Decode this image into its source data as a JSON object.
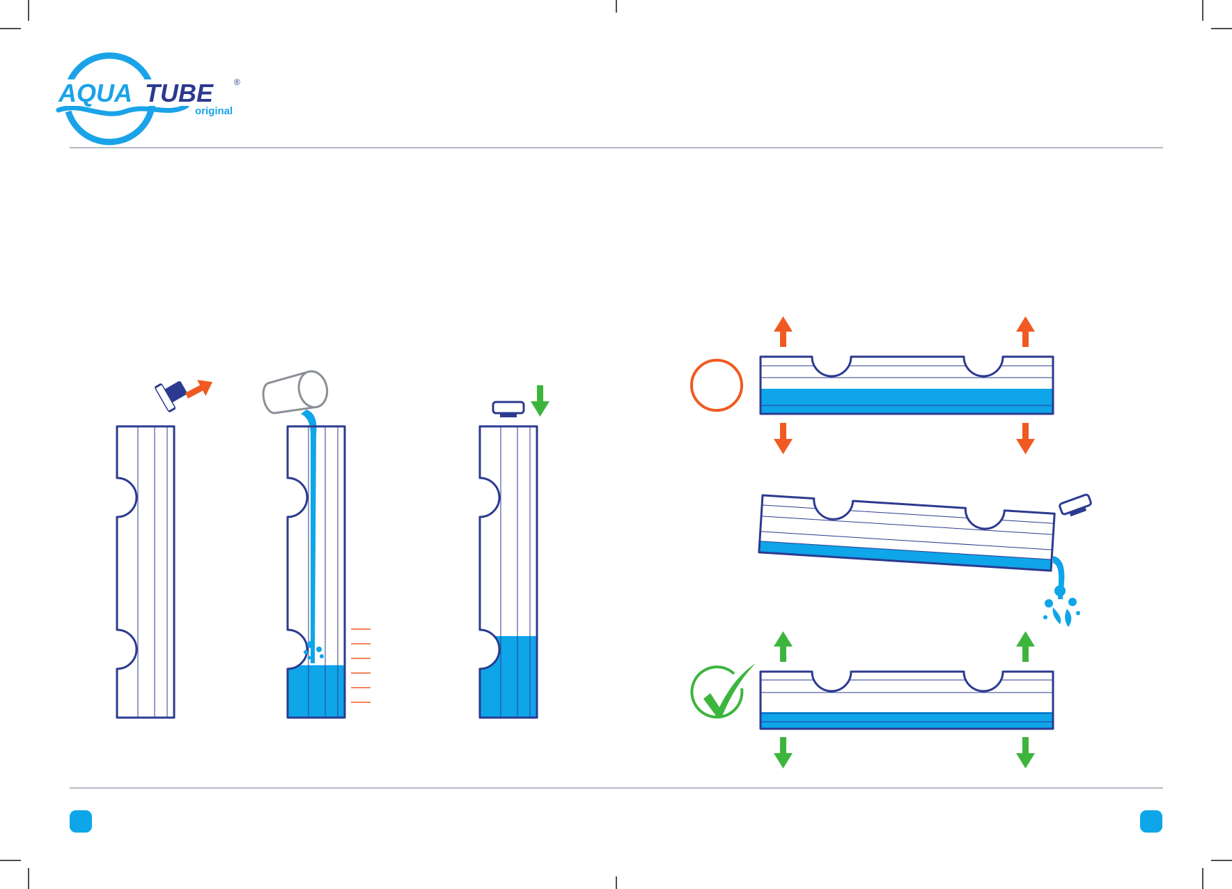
{
  "brand": {
    "name_part1": "AQUA",
    "name_part2": "TUBE",
    "registered": "®",
    "tagline": "original"
  },
  "colors": {
    "brand_blue": "#1aa3e8",
    "outline_navy": "#2b3a8f",
    "water_blue": "#0ea5e9",
    "warning_orange": "#f05a22",
    "ok_green": "#3db53d",
    "rule_gray": "#9ca3af",
    "crop_mark": "#111111"
  },
  "icons": {
    "wrong_marker": "orange-circle-icon",
    "correct_marker": "green-checkmark-icon",
    "cup": "pouring-cup-icon",
    "cap": "cap-icon",
    "splash": "water-splash-icon",
    "push_arrow": "arrow-icon"
  },
  "steps": {
    "remove_cap": {
      "arrow": "up-right",
      "color": "warning_orange"
    },
    "fill": {
      "fill_level": 0.18,
      "level_ticks": 6
    },
    "close_cap": {
      "arrow": "down",
      "color": "ok_green",
      "fill_level": 0.28
    },
    "incorrect_fold": {
      "marker": "wrong_marker",
      "arrows": "orange"
    },
    "drain": {
      "tilt_degrees": 3.6
    },
    "correct_fold": {
      "marker": "correct_marker",
      "arrows": "green"
    }
  },
  "page_markers": {
    "left": "blue-rounded-square",
    "right": "blue-rounded-square"
  }
}
